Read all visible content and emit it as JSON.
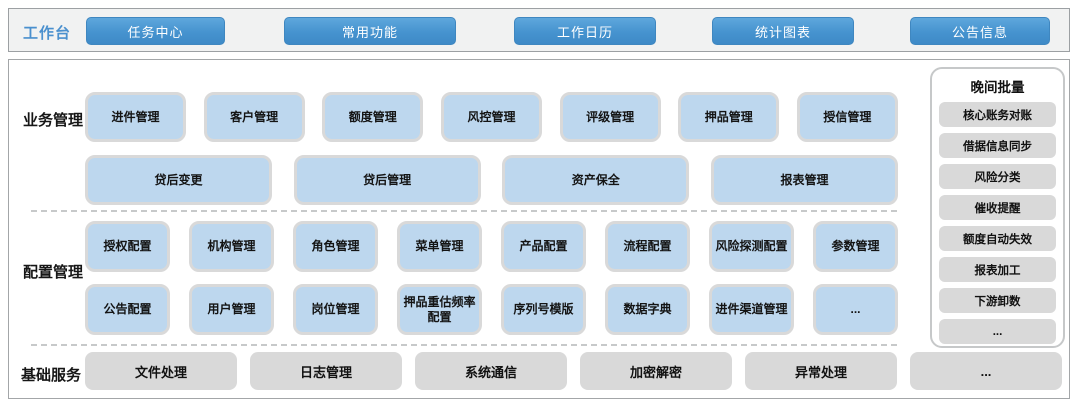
{
  "colors": {
    "button_blue": "#4693cf",
    "module_blue": "#bdd7ee",
    "module_border_gray": "#d9d9d9",
    "service_gray": "#d9d9d9",
    "workbench_label_blue": "#4a90ce"
  },
  "topbar": {
    "label": "工作台",
    "buttons": [
      "任务中心",
      "常用功能",
      "工作日历",
      "统计图表",
      "公告信息"
    ]
  },
  "sections": {
    "business": {
      "label": "业务管理",
      "row1": [
        "进件管理",
        "客户管理",
        "额度管理",
        "风控管理",
        "评级管理",
        "押品管理",
        "授信管理"
      ],
      "row2": [
        "贷后变更",
        "贷后管理",
        "资产保全",
        "报表管理"
      ]
    },
    "config": {
      "label": "配置管理",
      "row1": [
        "授权配置",
        "机构管理",
        "角色管理",
        "菜单管理",
        "产品配置",
        "流程配置",
        "风险探测配置",
        "参数管理"
      ],
      "row2": [
        "公告配置",
        "用户管理",
        "岗位管理",
        "押品重估频率配置",
        "序列号模版",
        "数据字典",
        "进件渠道管理",
        "..."
      ]
    },
    "base": {
      "label": "基础服务",
      "row": [
        "文件处理",
        "日志管理",
        "系统通信",
        "加密解密",
        "异常处理",
        "..."
      ]
    }
  },
  "night_batch": {
    "title": "晚间批量",
    "items": [
      "核心账务对账",
      "借据信息同步",
      "风险分类",
      "催收提醒",
      "额度自动失效",
      "报表加工",
      "下游卸数",
      "..."
    ]
  }
}
